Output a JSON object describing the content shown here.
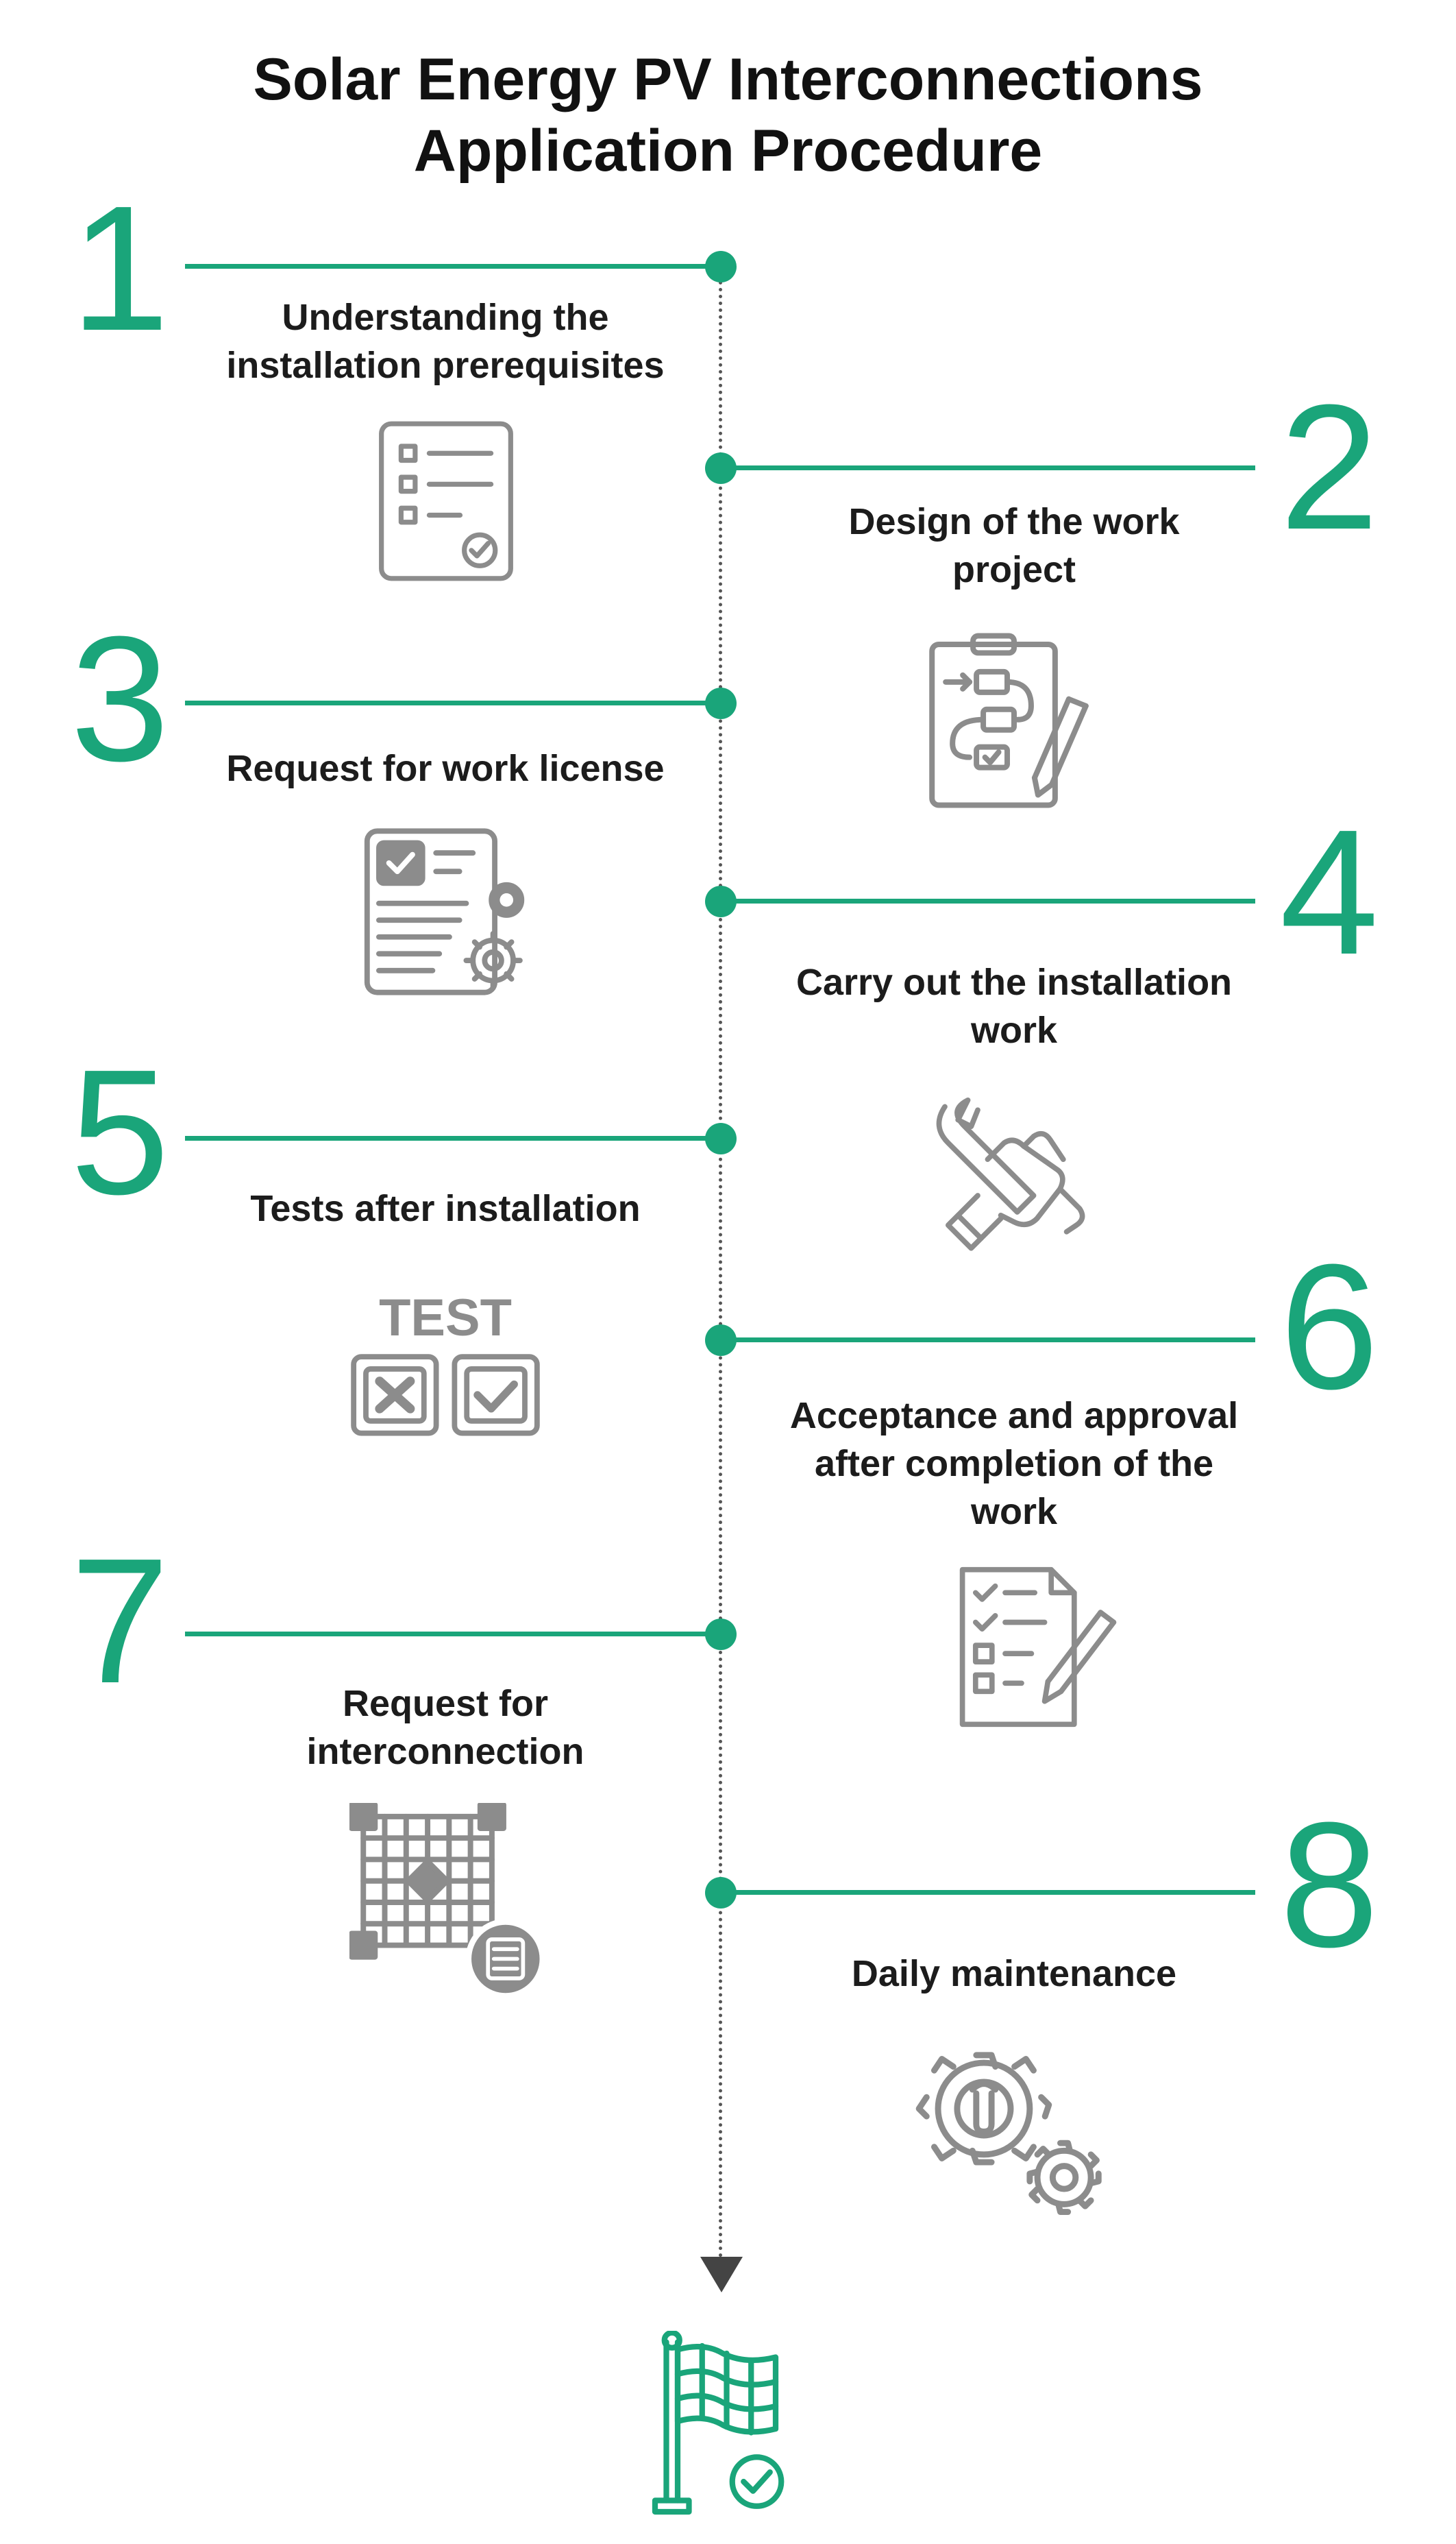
{
  "title": {
    "line1": "Solar Energy PV Interconnections",
    "line2": "Application Procedure"
  },
  "steps": [
    {
      "number": "1",
      "label": "Understanding the\ninstallation prerequisites",
      "icon": "checklist-icon"
    },
    {
      "number": "2",
      "label": "Design of the work\nproject",
      "icon": "clipboard-flowchart-icon"
    },
    {
      "number": "3",
      "label": "Request for work license",
      "icon": "license-gear-icon"
    },
    {
      "number": "4",
      "label": "Carry out the installation\nwork",
      "icon": "hand-wrench-icon"
    },
    {
      "number": "5",
      "label": "Tests after installation",
      "icon": "test-icon",
      "icon_text": "TEST"
    },
    {
      "number": "6",
      "label": "Acceptance and approval\nafter completion of the\nwork",
      "icon": "approval-document-icon"
    },
    {
      "number": "7",
      "label": "Request for\ninterconnection",
      "icon": "grid-interconnection-icon"
    },
    {
      "number": "8",
      "label": "Daily maintenance",
      "icon": "maintenance-gears-icon"
    }
  ],
  "finish_icon": "checkered-flag-icon",
  "colors": {
    "accent": "#1aa57a",
    "icon_gray": "#8c8c8c",
    "text": "#1c1c1c"
  }
}
